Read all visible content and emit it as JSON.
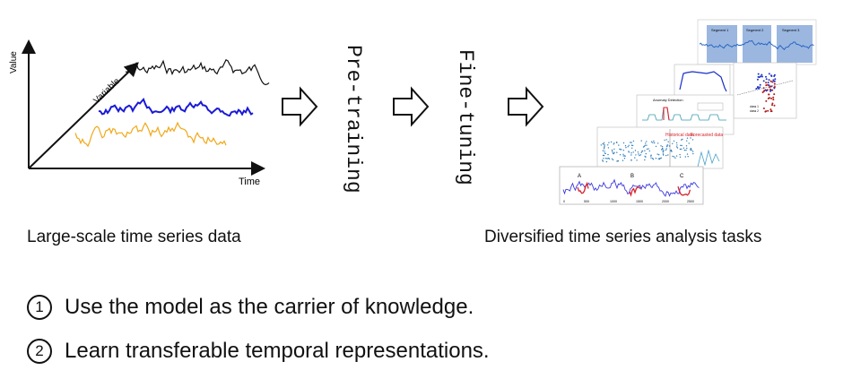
{
  "left_chart": {
    "y_axis_label": "Value",
    "x_axis_label": "Time",
    "diag_axis_label": "Variable",
    "series_colors": [
      "#111111",
      "#1a1ad6",
      "#f0a818"
    ]
  },
  "stages": {
    "pretraining": "Pre-training",
    "finetuning": "Fine-tuning"
  },
  "captions": {
    "left": "Large-scale time series data",
    "right": "Diversified time series analysis tasks"
  },
  "collage": {
    "segments": [
      "Segment 1",
      "Segment 2",
      "Segment 3"
    ],
    "anomaly_title": "Anomaly Detection",
    "historical": "Historical data",
    "forecasted": "Forecasted data",
    "letters": [
      "A",
      "B",
      "C"
    ],
    "x_ticks": [
      "0",
      "500",
      "1000",
      "1500",
      "2000",
      "2500"
    ],
    "cluster_legend": [
      "class 1",
      "class 2"
    ],
    "accent_blue": "#3b78c4",
    "accent_red": "#d8212a"
  },
  "bullets": [
    {
      "num": "1",
      "text": "Use the model as the carrier of knowledge."
    },
    {
      "num": "2",
      "text": "Learn transferable temporal representations."
    }
  ]
}
